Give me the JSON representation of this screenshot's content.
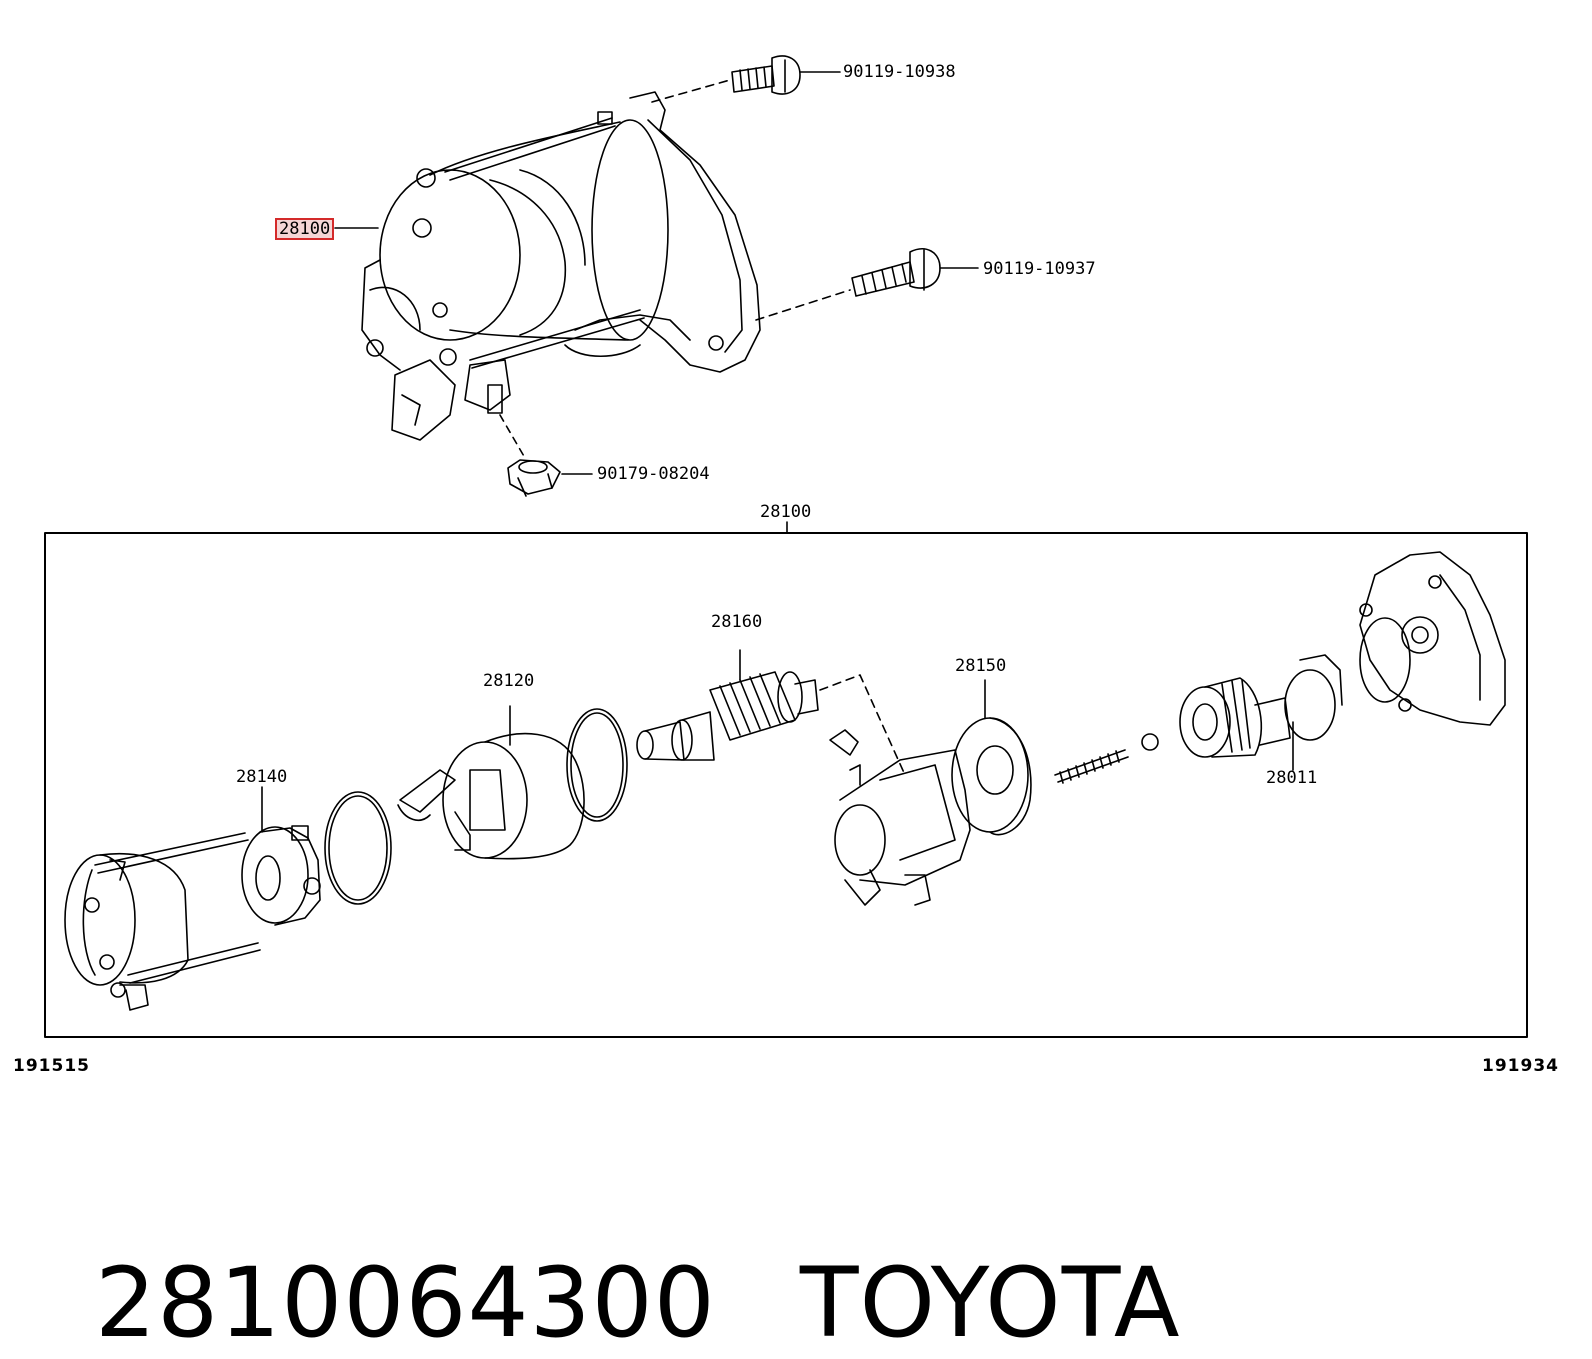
{
  "top_callouts": {
    "assembly": "28100",
    "bolt_upper": "90119-10938",
    "bolt_lower": "90119-10937",
    "nut": "90179-08204"
  },
  "box_title": "28100",
  "inner_callouts": {
    "end_frame": "28140",
    "yoke": "28120",
    "armature": "28160",
    "solenoid": "28150",
    "clutch": "28011"
  },
  "refs": {
    "left": "191515",
    "right": "191934"
  },
  "footer": {
    "part_number": "2810064300",
    "brand": "TOYOTA"
  },
  "colors": {
    "highlight_border": "#d42a2a",
    "highlight_fill": "#f4d6d6"
  }
}
